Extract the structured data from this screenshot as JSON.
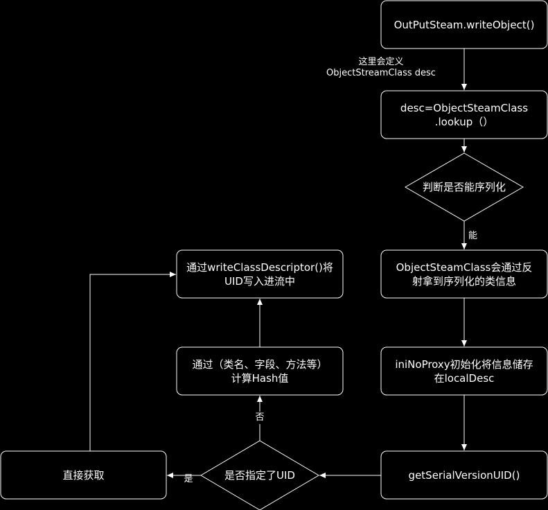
{
  "colors": {
    "background": "#000000",
    "stroke": "#ffffff",
    "text": "#ffffff"
  },
  "nodes": {
    "write_object": "OutPutSteam.writeObject()",
    "lookup": "desc=ObjectSteamClass\n.lookup（）",
    "can_serialize": "判断是否能序列化",
    "reflect": "ObjectSteamClass会通过反\n射拿到序列化的类信息",
    "ini_no_proxy": "iniNoProxy初始化将信息储存\n在localDesc",
    "get_uid": "getSerialVersionUID()",
    "uid_specified": "是否指定了UID",
    "direct_get": "直接获取",
    "compute_hash": "通过（类名、字段、方法等）\n计算Hash值",
    "write_descriptor": "通过writeClassDescriptor()将\nUID写入进流中"
  },
  "edge_labels": {
    "define_desc": "这里会定义\nObjectStreamClass desc",
    "yes_can": "能",
    "yes": "是",
    "no": "否"
  }
}
